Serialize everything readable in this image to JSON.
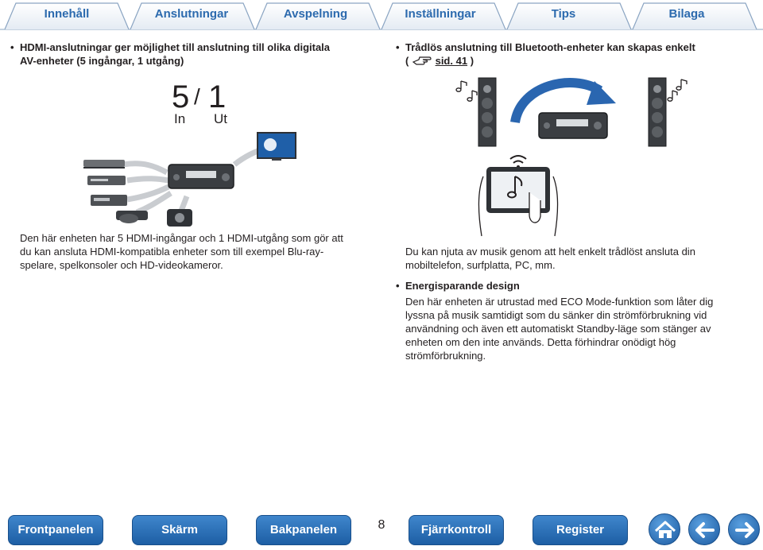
{
  "tabs": [
    {
      "label": "Innehåll"
    },
    {
      "label": "Anslutningar"
    },
    {
      "label": "Avspelning"
    },
    {
      "label": "Inställningar"
    },
    {
      "label": "Tips"
    },
    {
      "label": "Bilaga"
    }
  ],
  "left": {
    "bullet_line1": "HDMI-anslutningar ger möjlighet till anslutning till olika digitala",
    "bullet_line2": "AV-enheter (5 ingångar, 1 utgång)",
    "in_count": "5",
    "slash": "/",
    "out_count": "1",
    "in_label": "In",
    "out_label": "Ut",
    "body_line1": "Den här enheten har 5 HDMI-ingångar och 1 HDMI-utgång som gör att",
    "body_line2": "du kan ansluta HDMI-kompatibla enheter som till exempel Blu-ray-",
    "body_line3": "spelare, spelkonsoler och HD-videokameror."
  },
  "right": {
    "bullet_line1": "Trådlös anslutning till Bluetooth-enheter kan skapas enkelt",
    "ref_open": "(",
    "ref_page": "sid. 41",
    "ref_close": ")",
    "body_line1": "Du kan njuta av musik genom att helt enkelt trådlöst ansluta din",
    "body_line2": "mobiltelefon, surfplatta, PC, mm.",
    "eco_title": "Energisparande design",
    "eco_line1": "Den här enheten är utrustad med ECO Mode-funktion som låter dig",
    "eco_line2": "lyssna på musik samtidigt som du sänker din strömförbrukning vid",
    "eco_line3": "användning och även ett automatiskt Standby-läge som stänger av",
    "eco_line4": "enheten om den inte används. Detta förhindrar onödigt hög",
    "eco_line5": "strömförbrukning."
  },
  "bottom": {
    "buttons": [
      {
        "label": "Frontpanelen"
      },
      {
        "label": "Skärm"
      },
      {
        "label": "Bakpanelen"
      },
      {
        "label": "Fjärrkontroll"
      },
      {
        "label": "Register"
      }
    ],
    "page_number": "8",
    "icons": [
      "home-icon",
      "back-arrow-icon",
      "forward-arrow-icon"
    ]
  },
  "colors": {
    "tab_text": "#2c6aae",
    "nav_button": "#2a6db5",
    "body_text": "#231f20"
  }
}
